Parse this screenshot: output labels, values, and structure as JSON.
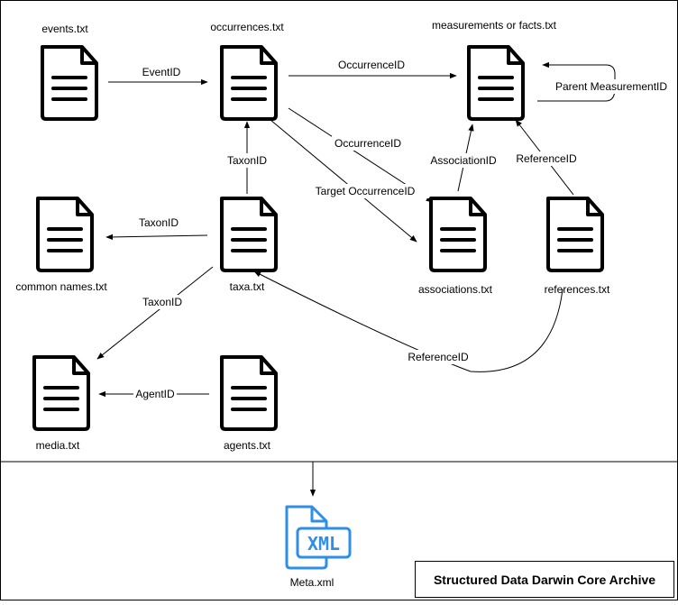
{
  "files": {
    "events": "events.txt",
    "occurrences": "occurrences.txt",
    "measurements": "measurements or facts.txt",
    "common_names": "common names.txt",
    "taxa": "taxa.txt",
    "associations": "associations.txt",
    "references": "references.txt",
    "media": "media.txt",
    "agents": "agents.txt"
  },
  "edges": {
    "events_occurrences": "EventID",
    "occurrences_measurements": "OccurrenceID",
    "measurement_self": "Parent MeasurementID",
    "occurrences_associations": "OccurrenceID",
    "target_occurrence": "Target OccurrenceID",
    "associations_measurements": "AssociationID",
    "references_measurements": "ReferenceID",
    "taxa_occurrences": "TaxonID",
    "taxa_common_names": "TaxonID",
    "taxa_media": "TaxonID",
    "agents_media": "AgentID",
    "references_taxa": "ReferenceID"
  },
  "meta": {
    "badge": "XML",
    "label": "Meta.xml"
  },
  "archive_title": "Structured Data Darwin Core Archive",
  "colors": {
    "doc_stroke": "#000000",
    "meta_icon": "#2f8fe6",
    "line": "#000000"
  },
  "icons": {
    "file": "document-icon",
    "meta": "xml-file-icon"
  }
}
